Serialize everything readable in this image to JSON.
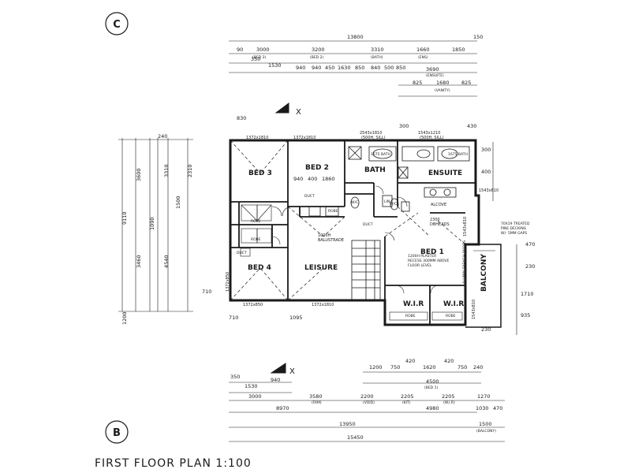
{
  "title": "FIRST FLOOR PLAN 1:100",
  "grid": {
    "top": "C",
    "bottom": "B"
  },
  "markers": {
    "section": "X"
  },
  "rooms": {
    "bed3": "BED 3",
    "bed2": "BED 2",
    "bath": "BATH",
    "ensuite": "ENSUITE",
    "bed4": "BED 4",
    "leisure": "LEISURE",
    "bed1": "BED 1",
    "wir": "W.I.R",
    "balcony": "BALCONY"
  },
  "notes": {
    "alcove": "ALCOVE",
    "beads_1": "2300",
    "beads_2": "DBHEADS",
    "balustrade_1": "1000H",
    "balustrade_2": "BALUSTRADE",
    "bed1_1": "1200H PLASTER",
    "bed1_2": "RECESS 300MM ABOVE",
    "bed1_3": "FLOOR LEVEL",
    "decking_1": "70X19 TREATED",
    "decking_2": "PINE DECKING",
    "decking_3": "W/- 5MM GAPS",
    "doors": "ALUMIN FRENCH DOORS",
    "duct": "DUCT",
    "robe": "ROBE",
    "wc": "W/C",
    "lin": "LIN",
    "bath_tub": "1675 BATH"
  },
  "windows": {
    "w1": "1372x1810",
    "w2": "1372x1810",
    "w3a": "2543x1810",
    "w3b": "(500H, SILL)",
    "w4a": "1543x1210",
    "w4b": "(500H, SILL)",
    "w5": "1372x850",
    "w6": "1372x1810",
    "w7": "1372x850",
    "w8": "1543x810",
    "w9": "1543x810",
    "w10": "1543x810"
  },
  "dims": {
    "interior": [
      "940",
      "400",
      "1860"
    ],
    "top": [
      "13800",
      "150",
      "90",
      "3000",
      "3200",
      "3310",
      "1660",
      "1850",
      "350",
      "1530",
      "940",
      "940",
      "450",
      "1630",
      "850",
      "840",
      "500",
      "850",
      "3690",
      "825",
      "1680",
      "825",
      "830",
      "300",
      "430"
    ],
    "top_labels": [
      "(BED 3)",
      "(BED 2)",
      "(BATH)",
      "(ENS)",
      "(ENSUITE)",
      "(VANITY)"
    ],
    "left": [
      "9110",
      "3600",
      "3460",
      "3310",
      "2310",
      "4540",
      "1090",
      "1500",
      "1200",
      "240"
    ],
    "right": [
      "300",
      "400",
      "470",
      "230",
      "1710",
      "935",
      "230"
    ],
    "wall": [
      "710",
      "1095",
      "710"
    ],
    "bottom": [
      "350",
      "1530",
      "940",
      "3000",
      "3580",
      "2200",
      "2205",
      "2205",
      "1270",
      "1200",
      "750",
      "420",
      "1620",
      "420",
      "750",
      "240",
      "4500",
      "8970",
      "4980",
      "1030",
      "470",
      "13950",
      "1500",
      "15450"
    ],
    "bottom_labels": [
      "(FAM)",
      "(VOID)",
      "(KIT)",
      "(W.I.R)",
      "(BED 1)",
      "(BALCONY)"
    ]
  }
}
